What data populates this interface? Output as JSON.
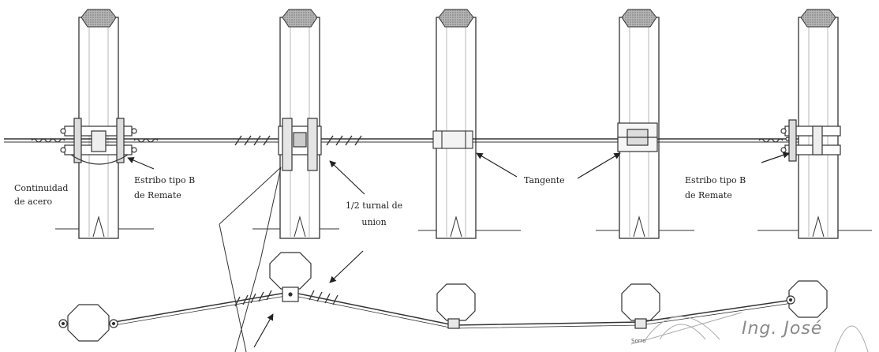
{
  "labels": {
    "continuidad_line1": "Continuidad",
    "continuidad_line2": "de acero",
    "estribo_left_line1": "Estribo tipo B",
    "estribo_left_line2": "de Remate",
    "media_vuelta_line1": "1/2 turnal de",
    "media_vuelta_line2": "union",
    "tangente": "Tangente",
    "estribo_right_line1": "Estribo tipo B",
    "estribo_right_line2": "de Remate"
  },
  "signature": {
    "name": "Ing. José",
    "scribble": "Sorro"
  },
  "colors": {
    "ink": "#333333",
    "pole_cap": "#9a9a9a",
    "stamp": "#aaaaaa"
  }
}
